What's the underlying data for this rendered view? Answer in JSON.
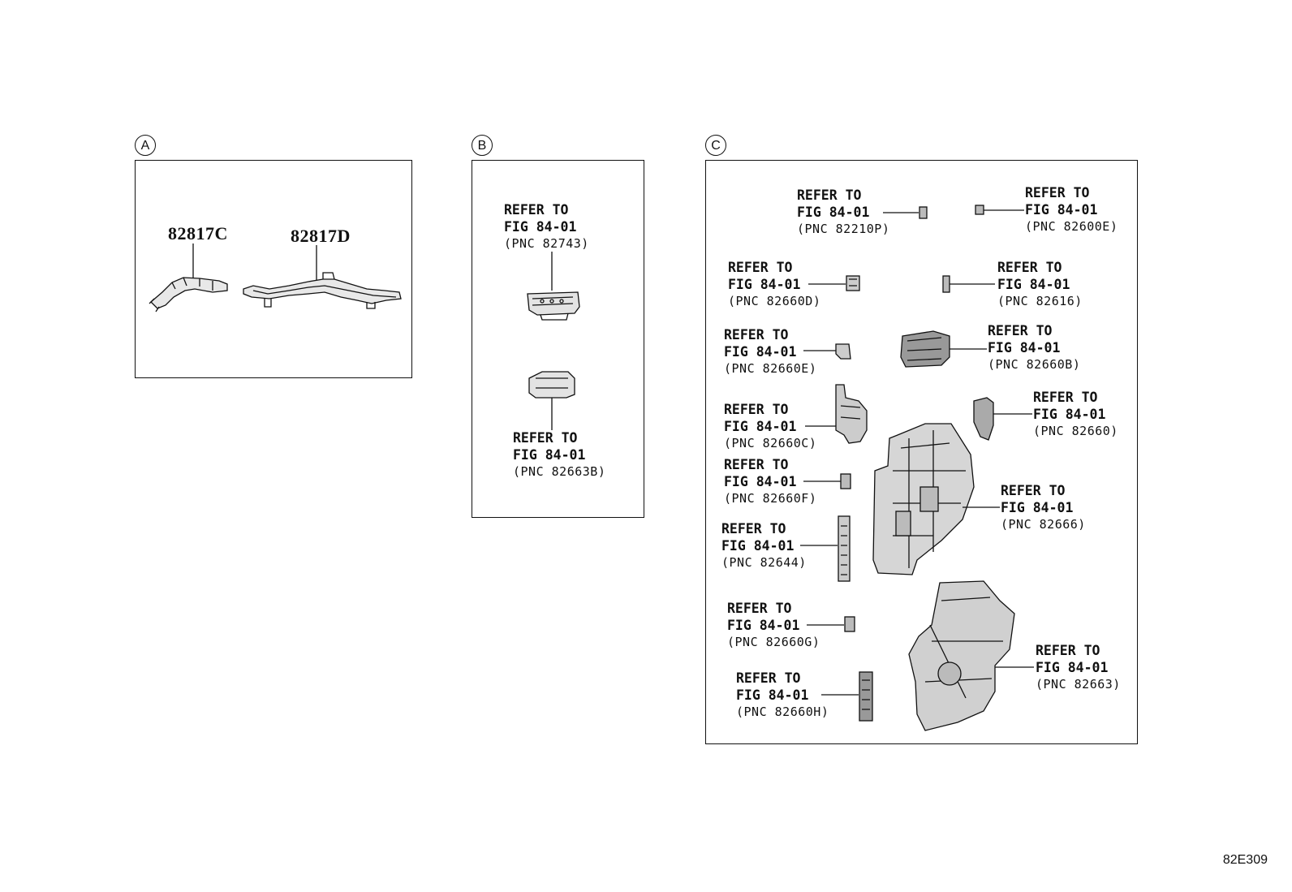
{
  "sections": {
    "a": {
      "label": "A",
      "parts": [
        "82817C",
        "82817D"
      ]
    },
    "b": {
      "label": "B",
      "refs": [
        {
          "l1": "REFER TO",
          "l2": "FIG 84-01",
          "pnc": "(PNC 82743)"
        },
        {
          "l1": "REFER TO",
          "l2": "FIG 84-01",
          "pnc": "(PNC 82663B)"
        }
      ]
    },
    "c": {
      "label": "C",
      "refs": [
        {
          "l1": "REFER TO",
          "l2": "FIG 84-01",
          "pnc": "(PNC 82210P)"
        },
        {
          "l1": "REFER TO",
          "l2": "FIG 84-01",
          "pnc": "(PNC 82600E)"
        },
        {
          "l1": "REFER TO",
          "l2": "FIG 84-01",
          "pnc": "(PNC 82660D)"
        },
        {
          "l1": "REFER TO",
          "l2": "FIG 84-01",
          "pnc": "(PNC 82616)"
        },
        {
          "l1": "REFER TO",
          "l2": "FIG 84-01",
          "pnc": "(PNC 82660E)"
        },
        {
          "l1": "REFER TO",
          "l2": "FIG 84-01",
          "pnc": "(PNC 82660B)"
        },
        {
          "l1": "REFER TO",
          "l2": "FIG 84-01",
          "pnc": "(PNC 82660C)"
        },
        {
          "l1": "REFER TO",
          "l2": "FIG 84-01",
          "pnc": "(PNC 82660)"
        },
        {
          "l1": "REFER TO",
          "l2": "FIG 84-01",
          "pnc": "(PNC 82660F)"
        },
        {
          "l1": "REFER TO",
          "l2": "FIG 84-01",
          "pnc": "(PNC 82666)"
        },
        {
          "l1": "REFER TO",
          "l2": "FIG 84-01",
          "pnc": "(PNC 82644)"
        },
        {
          "l1": "REFER TO",
          "l2": "FIG 84-01",
          "pnc": "(PNC 82660G)"
        },
        {
          "l1": "REFER TO",
          "l2": "FIG 84-01",
          "pnc": "(PNC 82663)"
        },
        {
          "l1": "REFER TO",
          "l2": "FIG 84-01",
          "pnc": "(PNC 82660H)"
        }
      ]
    }
  },
  "figure_code": "82E309"
}
